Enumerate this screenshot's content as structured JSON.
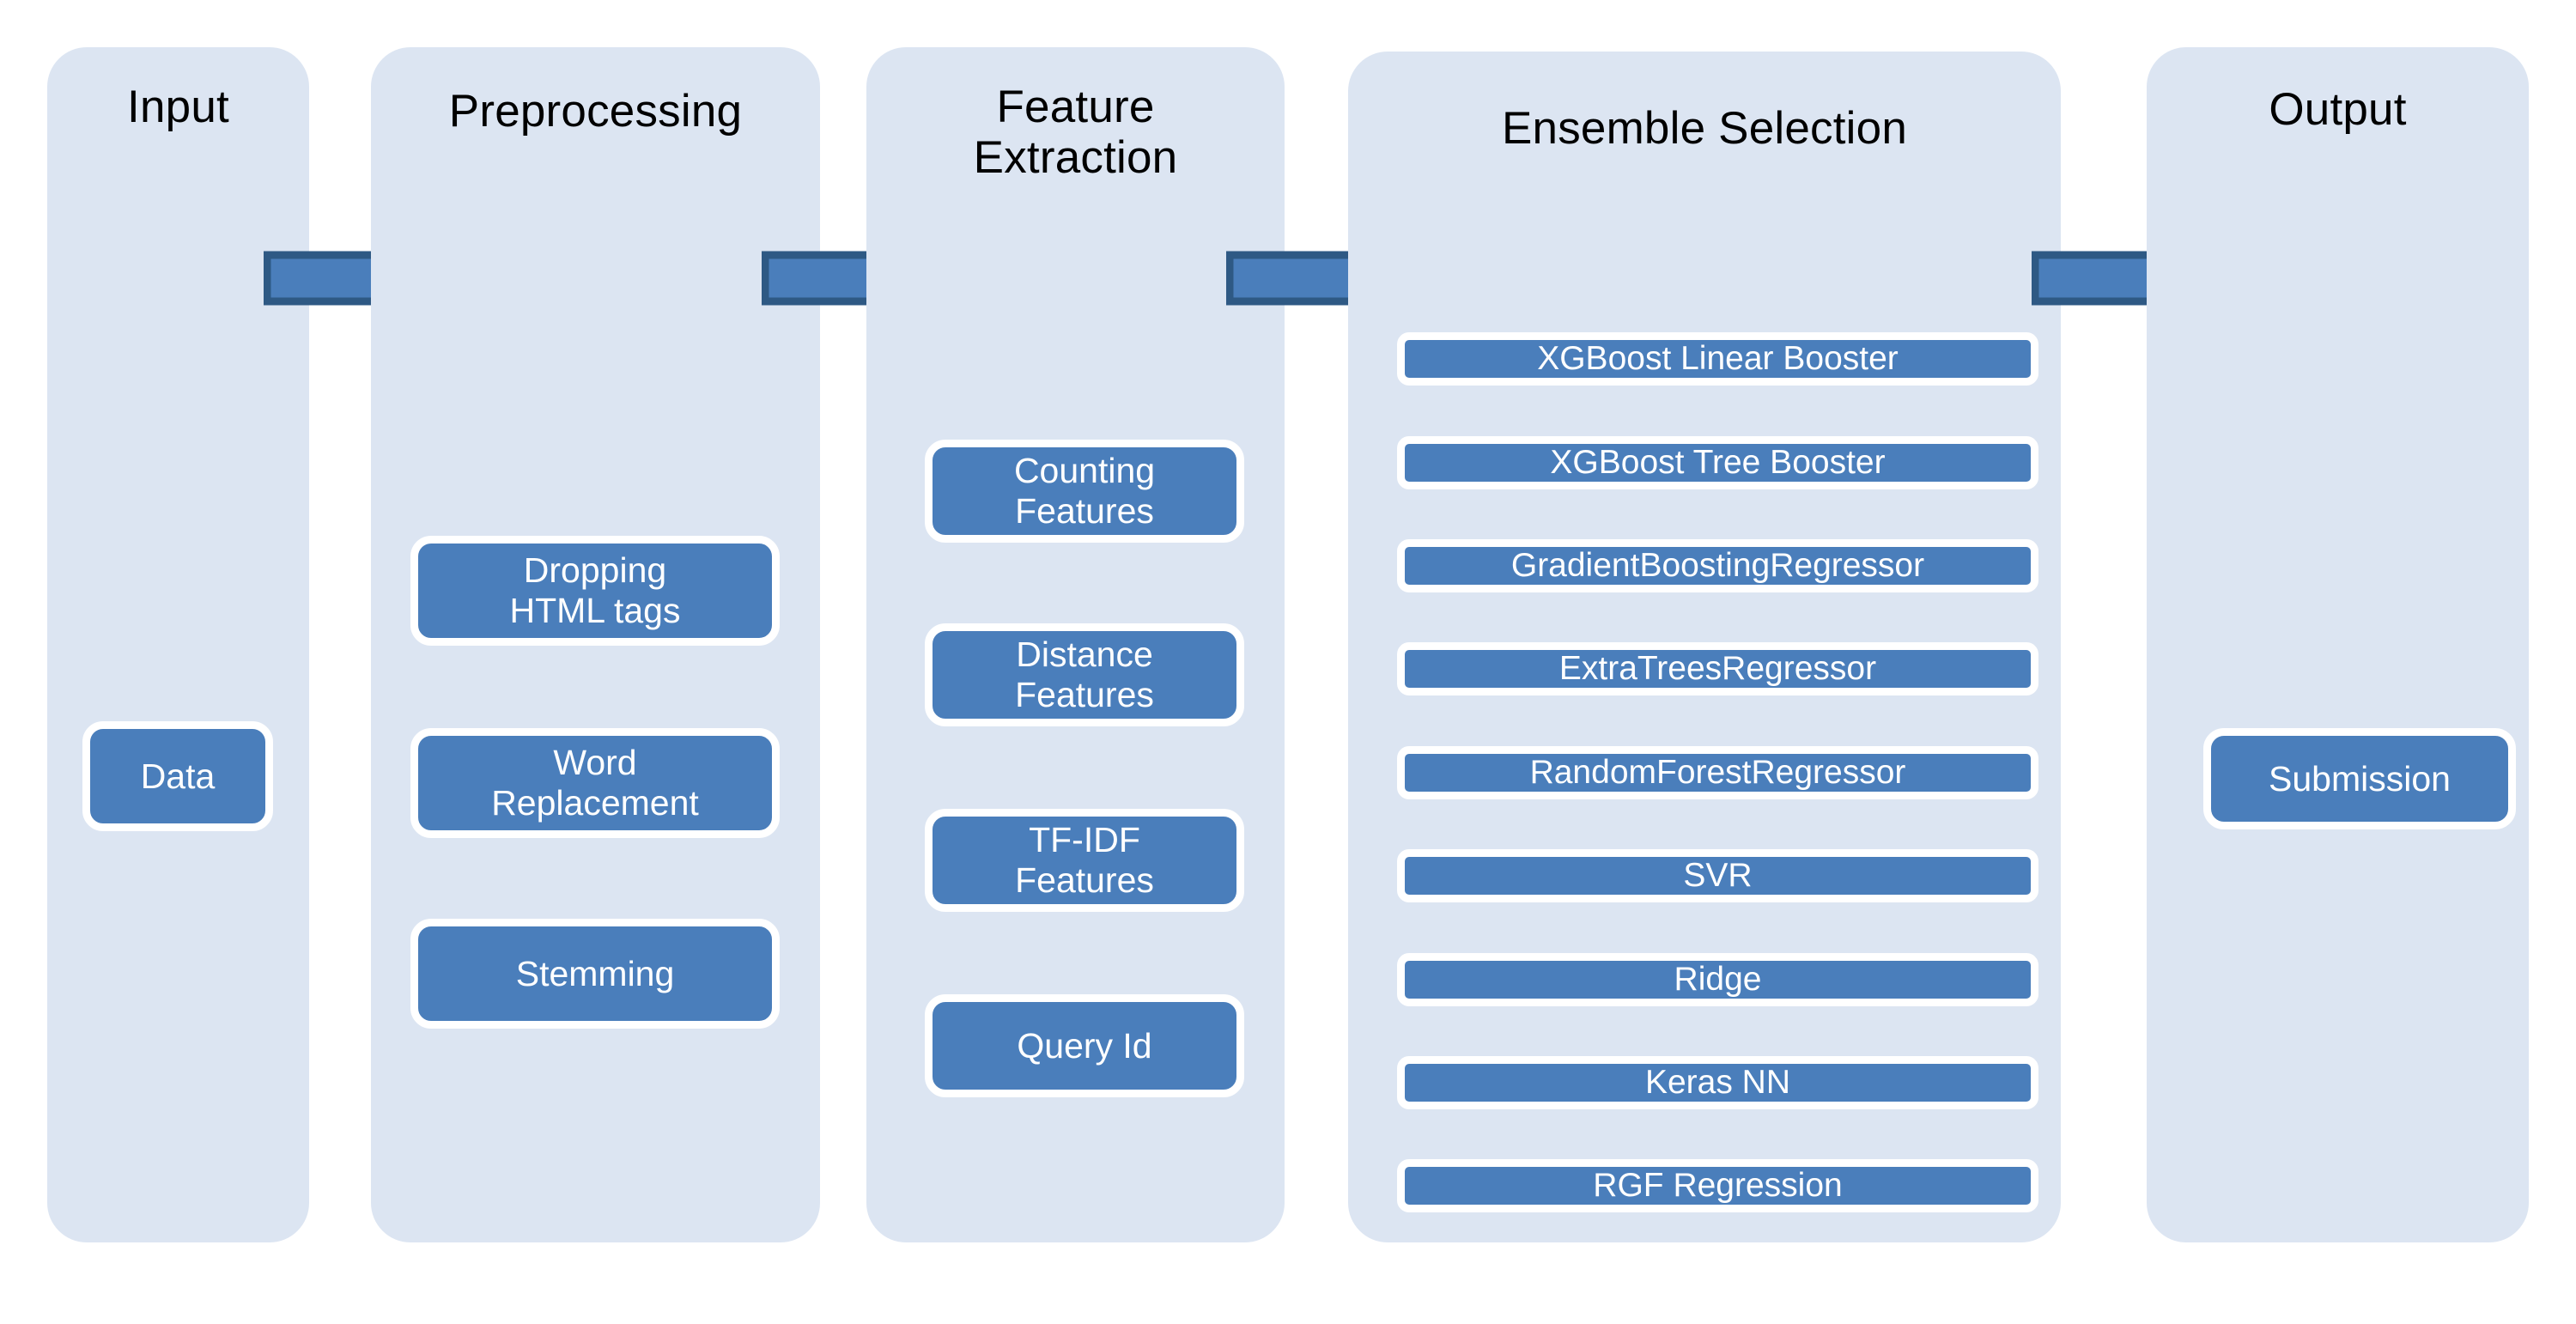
{
  "diagram": {
    "title_hidden": "Machine Learning Pipeline",
    "colors": {
      "panel_bg": "#dce5f2",
      "node_fill": "#4a7ebb",
      "node_border": "#ffffff",
      "arrow_fill": "#4a7ebb",
      "arrow_outline": "#2e5984",
      "page_bg": "#ffffff",
      "title_text": "#000000",
      "node_text": "#ffffff"
    },
    "stages": [
      {
        "id": "input",
        "title": "Input",
        "nodes": [
          {
            "label": "Data"
          }
        ]
      },
      {
        "id": "preprocessing",
        "title": "Preprocessing",
        "nodes": [
          {
            "label": "Dropping\nHTML tags"
          },
          {
            "label": "Word\nReplacement"
          },
          {
            "label": "Stemming"
          }
        ]
      },
      {
        "id": "feature-extraction",
        "title": "Feature\nExtraction",
        "nodes": [
          {
            "label": "Counting\nFeatures"
          },
          {
            "label": "Distance\nFeatures"
          },
          {
            "label": "TF-IDF\nFeatures"
          },
          {
            "label": "Query Id"
          }
        ]
      },
      {
        "id": "ensemble-selection",
        "title": "Ensemble Selection",
        "nodes": [
          {
            "label": "XGBoost  Linear Booster"
          },
          {
            "label": "XGBoost Tree Booster"
          },
          {
            "label": "GradientBoostingRegressor"
          },
          {
            "label": "ExtraTreesRegressor"
          },
          {
            "label": "RandomForestRegressor"
          },
          {
            "label": "SVR"
          },
          {
            "label": "Ridge"
          },
          {
            "label": "Keras NN"
          },
          {
            "label": "RGF Regression"
          }
        ]
      },
      {
        "id": "output",
        "title": "Output",
        "nodes": [
          {
            "label": "Submission"
          }
        ]
      }
    ],
    "arrows": [
      {
        "id": "input-to-preprocessing",
        "from": "input",
        "to": "preprocessing"
      },
      {
        "id": "preprocessing-to-feature-extraction",
        "from": "preprocessing",
        "to": "feature-extraction"
      },
      {
        "id": "feature-extraction-to-ensemble-selection",
        "from": "feature-extraction",
        "to": "ensemble-selection"
      },
      {
        "id": "ensemble-selection-to-output",
        "from": "ensemble-selection",
        "to": "output"
      }
    ]
  }
}
